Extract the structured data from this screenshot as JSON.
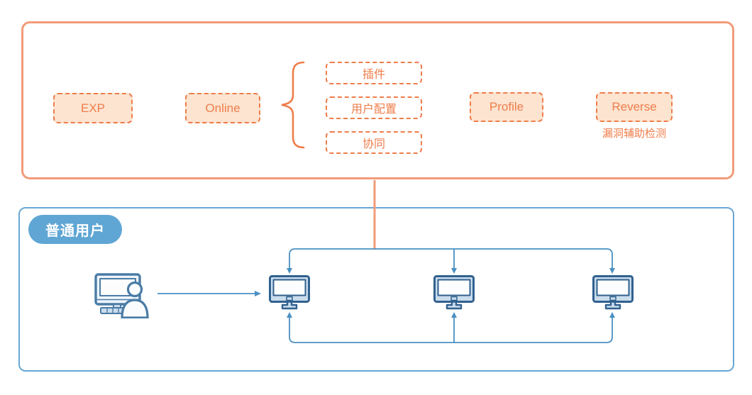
{
  "top_panel": {
    "boxes": {
      "exp": "EXP",
      "online": "Online",
      "plugin": "插件",
      "user_config": "用户配置",
      "collaboration": "协同",
      "profile": "Profile",
      "reverse": "Reverse"
    },
    "reverse_caption": "漏洞辅助检测"
  },
  "bottom_panel": {
    "group_label": "普通用户",
    "icons": {
      "client": "user-workstation-icon",
      "nodes": [
        "monitor-icon",
        "monitor-icon",
        "monitor-icon"
      ]
    }
  },
  "colors": {
    "orange_panel_border": "#f29b79",
    "orange_accent": "#ee7d4a",
    "orange_box_fill": "#fce4d1",
    "blue_panel_border": "#68a7d3",
    "blue_line": "#4a90c2",
    "pill_fill": "#5fa6d4",
    "pill_text": "#ffffff",
    "monitor_stroke": "#31618f",
    "monitor_fill": "#c9dcec"
  }
}
